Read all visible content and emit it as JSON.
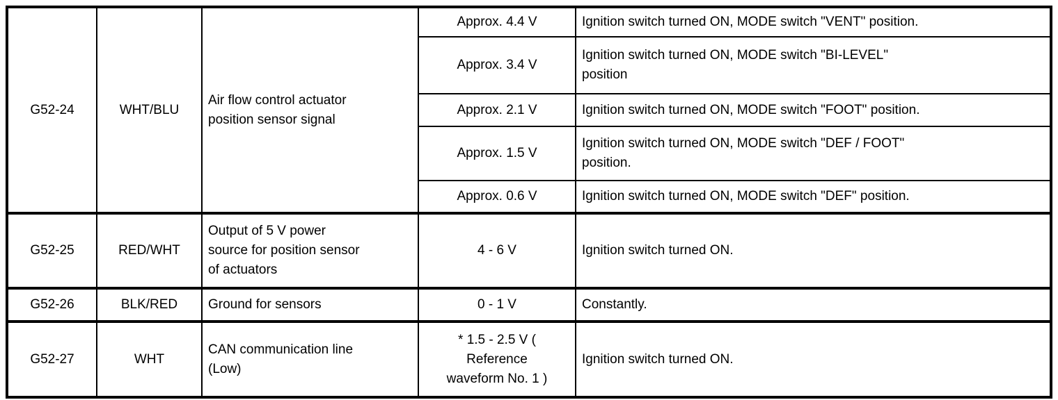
{
  "colors": {
    "text": "#000000",
    "border": "#000000",
    "background": "#ffffff"
  },
  "table": {
    "groups": [
      {
        "terminal": "G52-24",
        "wire_color": "WHT/BLU",
        "description": "Air flow control actuator position sensor signal",
        "rows": [
          {
            "value": "Approx. 4.4 V",
            "condition": "Ignition switch turned ON, MODE switch \"VENT\" position."
          },
          {
            "value": "Approx. 3.4 V",
            "condition": "Ignition switch turned ON, MODE switch \"BI-LEVEL\" position"
          },
          {
            "value": "Approx. 2.1 V",
            "condition": "Ignition switch turned ON, MODE switch \"FOOT\" position."
          },
          {
            "value": "Approx. 1.5 V",
            "condition": "Ignition switch turned ON, MODE switch \"DEF / FOOT\" position."
          },
          {
            "value": "Approx. 0.6 V",
            "condition": "Ignition switch turned ON, MODE switch \"DEF\" position."
          }
        ]
      },
      {
        "terminal": "G52-25",
        "wire_color": "RED/WHT",
        "description": "Output of 5 V power source for position sensor of actuators",
        "rows": [
          {
            "value": "4 - 6 V",
            "condition": "Ignition switch turned ON."
          }
        ]
      },
      {
        "terminal": "G52-26",
        "wire_color": "BLK/RED",
        "description": "Ground for sensors",
        "rows": [
          {
            "value": "0 - 1 V",
            "condition": "Constantly."
          }
        ]
      },
      {
        "terminal": "G52-27",
        "wire_color": "WHT",
        "description": "CAN communication line (Low)",
        "rows": [
          {
            "value": "* 1.5 - 2.5 V ( Reference waveform No. 1 )",
            "condition": "Ignition switch turned ON."
          }
        ]
      }
    ]
  }
}
